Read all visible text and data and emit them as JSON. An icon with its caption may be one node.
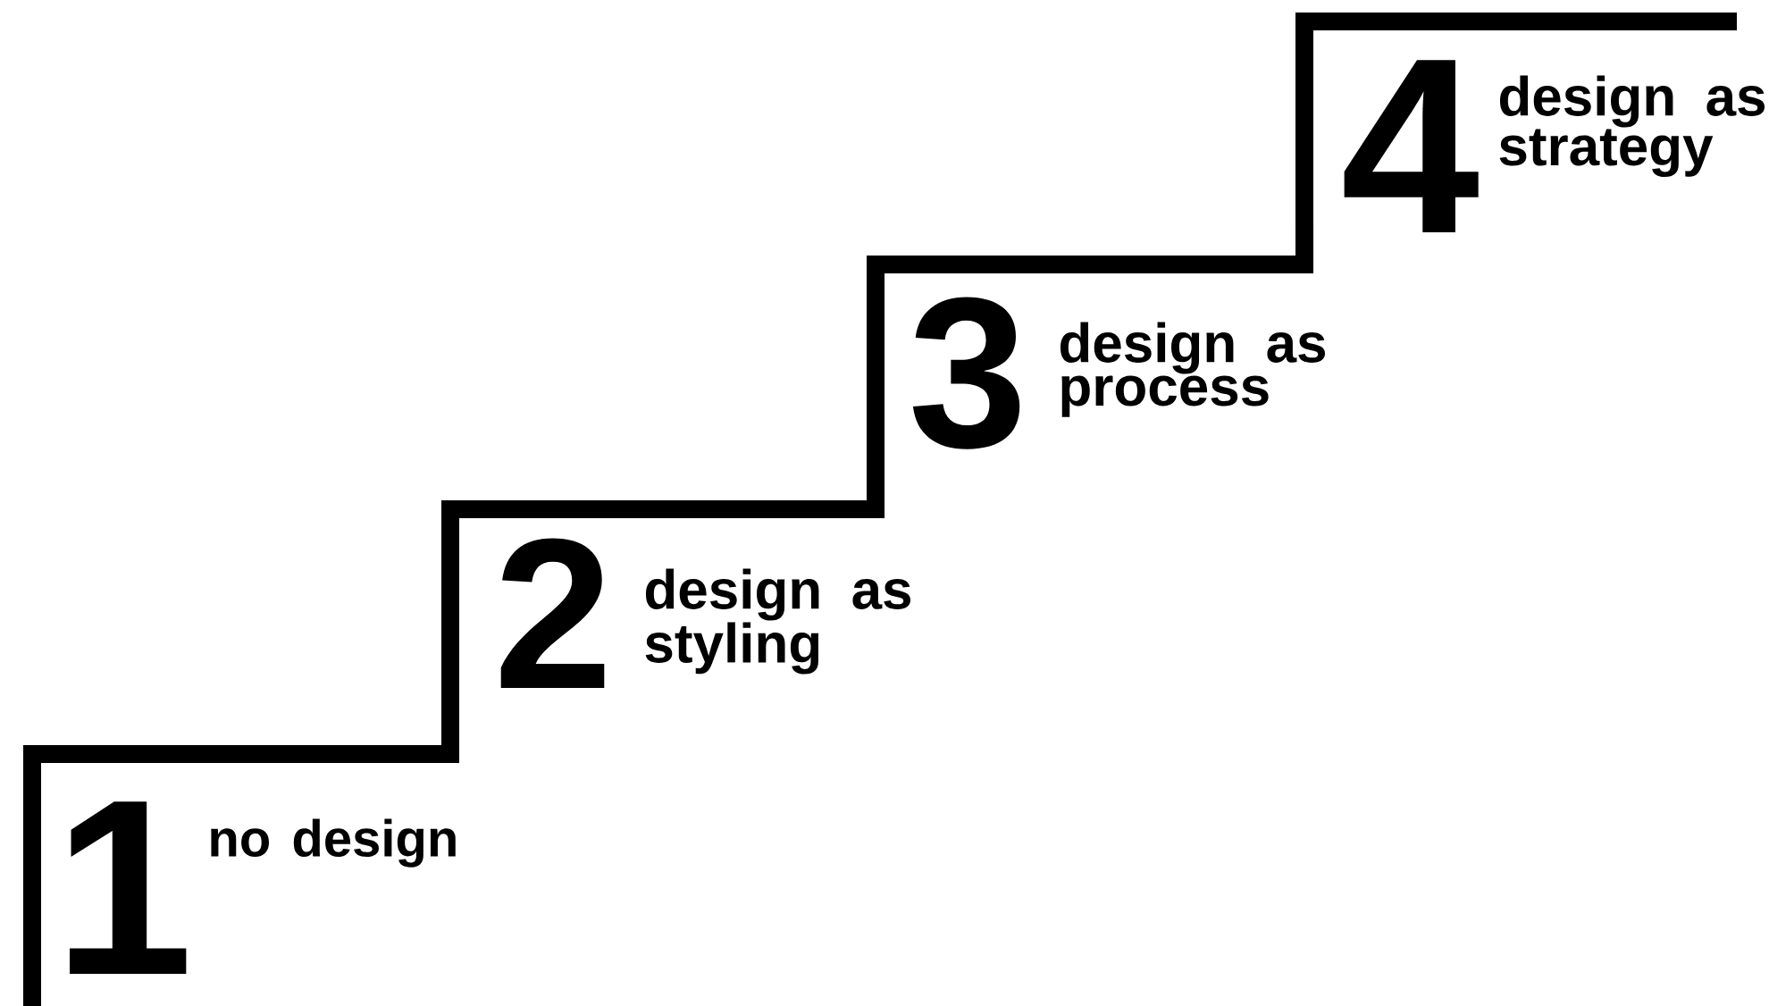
{
  "diagram": {
    "labels": [
      "1",
      "no design",
      "2",
      "design as styling",
      "3",
      "design as process",
      "4",
      "design as strategy"
    ]
  }
}
